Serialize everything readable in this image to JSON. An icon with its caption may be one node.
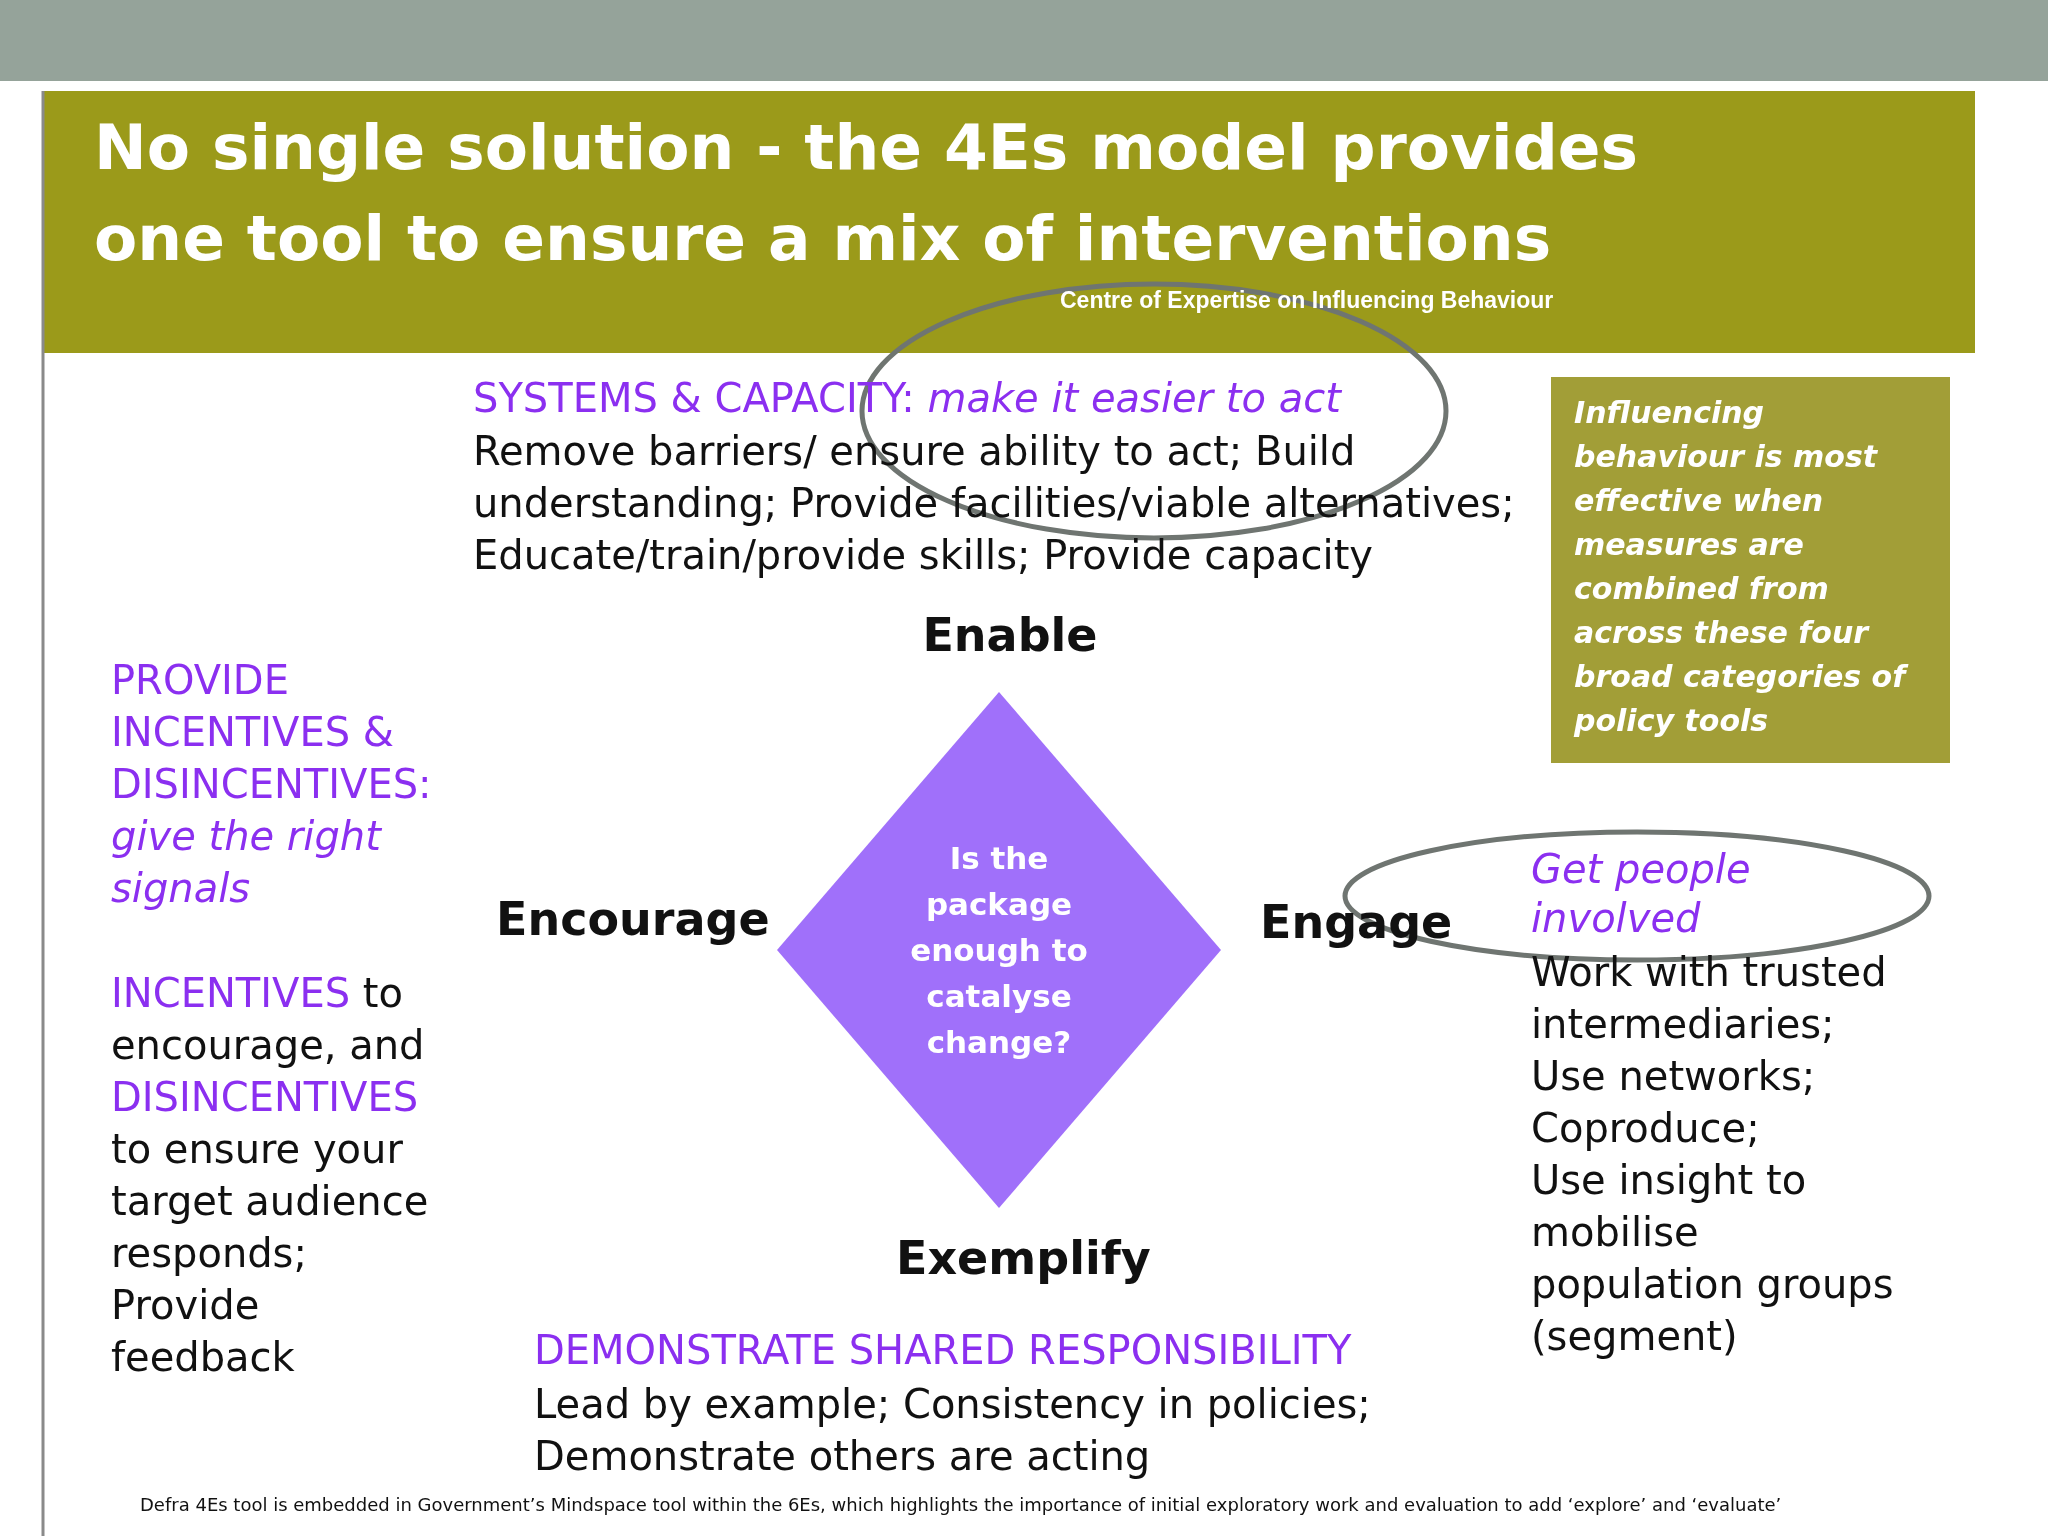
{
  "diagram": {
    "title": "No single solution - the 4Es model provides one tool to ensure a mix of interventions",
    "caption": "Defra 4Es tool is embedded in Government’s Mindspace tool within the 6Es, which highlights the importance of initial exploratory work and evaluation to add ‘explore’ and ‘evaluate’",
    "nodes": [
      {
        "text": [
          "Influencing behaviour is most effective when measures are combined from across these four broad categories of policy tools"
        ]
      },
      {
        "text": [
          "Is the package enough to catalyse change?"
        ]
      }
    ],
    "labels": [
      "Centre of Expertise on Influencing Behaviour",
      "SYSTEMS & CAPACITY: *make it easier to act*",
      "Remove barriers/ ensure ability to act; Build understanding; Provide facilities/viable alternatives; Educate/train/provide skills; Provide capacity",
      "Enable",
      "PROVIDE INCENTIVES & DISINCENTIVES: *give the right signals*",
      "Encourage",
      "Engage",
      "Get people involved",
      "**INCENTIVES** to encourage, and **DISINCENTIVES** to ensure your target audience responds; Provide feedback",
      "Work with trusted intermediaries;",
      "Use networks;",
      "Coproduce;",
      "Use insight to mobilise population groups (segment)",
      "Exemplify",
      "DEMONSTRATE SHARED RESPONSIBILITY",
      "Lead by example; Consistency in policies; Demonstrate others are acting"
    ]
  }
}
